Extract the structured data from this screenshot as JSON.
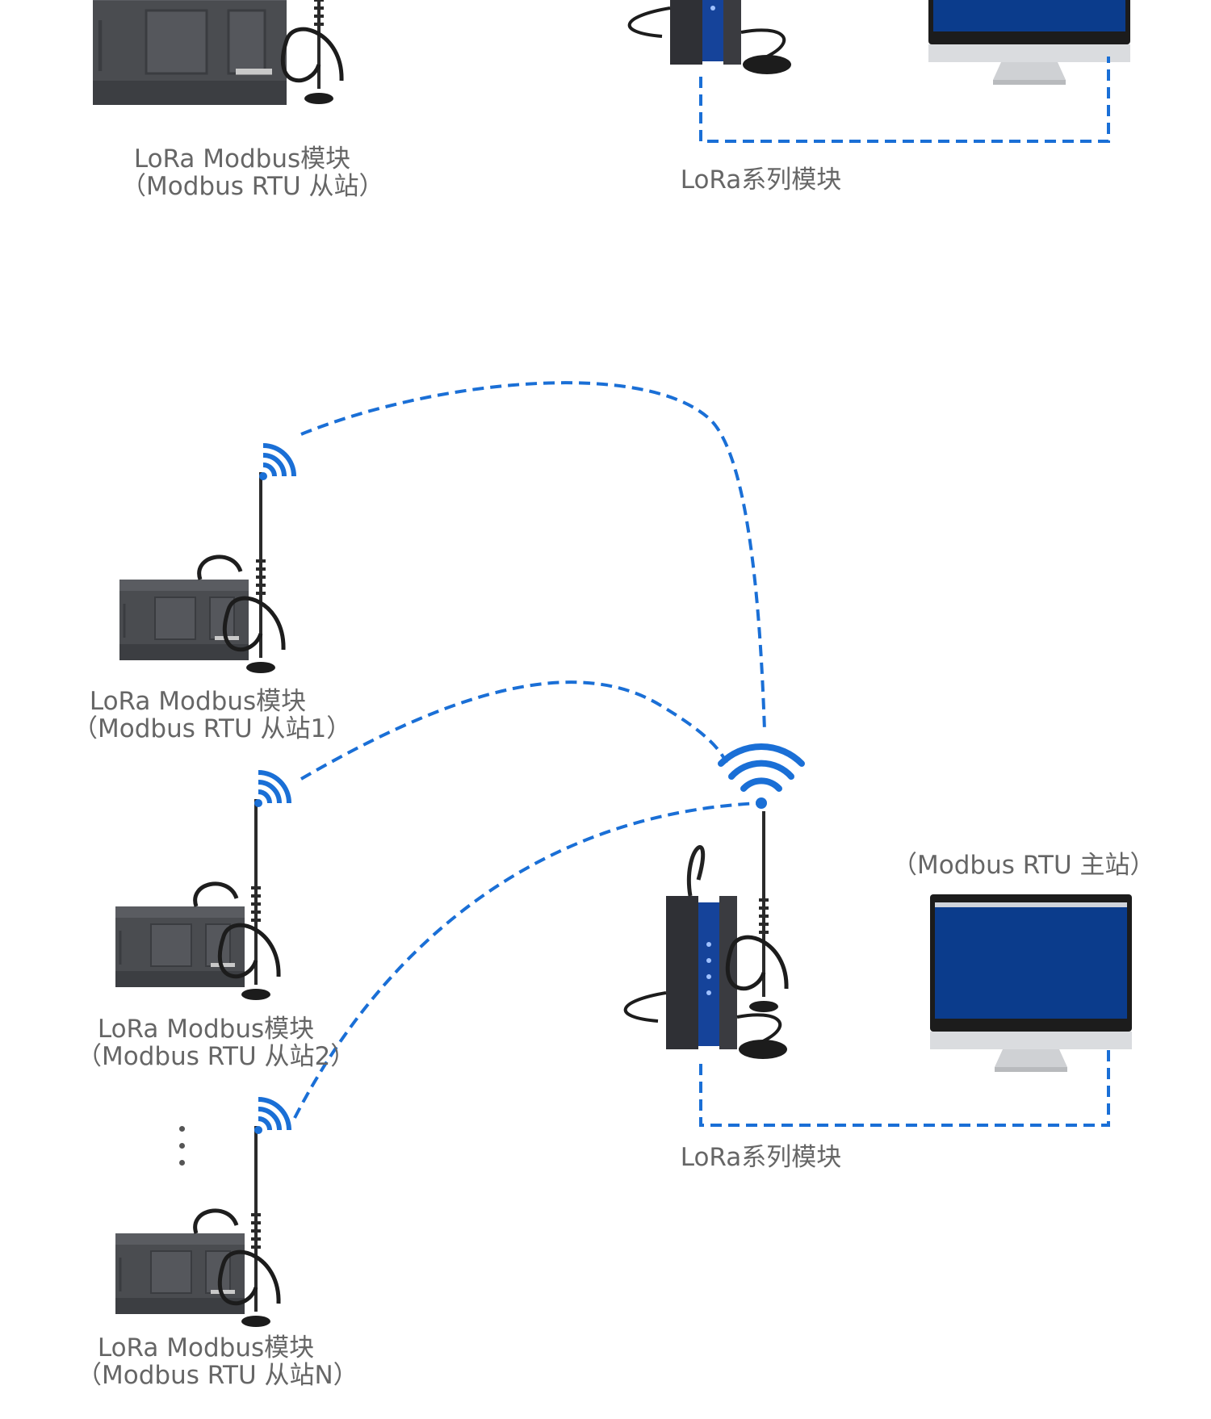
{
  "top_section": {
    "slave_label_line1": "LoRa Modbus模块",
    "slave_label_line2": "（Modbus RTU 从站）",
    "master_module_label": "LoRa系列模块"
  },
  "bottom_section": {
    "slaves": [
      {
        "line1": "LoRa Modbus模块",
        "line2": "（Modbus RTU 从站1）"
      },
      {
        "line1": "LoRa Modbus模块",
        "line2": "（Modbus RTU 从站2）"
      },
      {
        "line1": "LoRa Modbus模块",
        "line2": "（Modbus RTU 从站N）"
      }
    ],
    "master_role_label": "（Modbus RTU 主站）",
    "master_module_label": "LoRa系列模块"
  },
  "colors": {
    "link_blue": "#1a6fd6",
    "plc_body": "#4a4c50",
    "monitor_screen": "#0b3c8c",
    "label_gray": "#666666"
  },
  "icons": [
    "plc-device",
    "antenna",
    "wifi-signal",
    "lora-gateway",
    "monitor"
  ]
}
